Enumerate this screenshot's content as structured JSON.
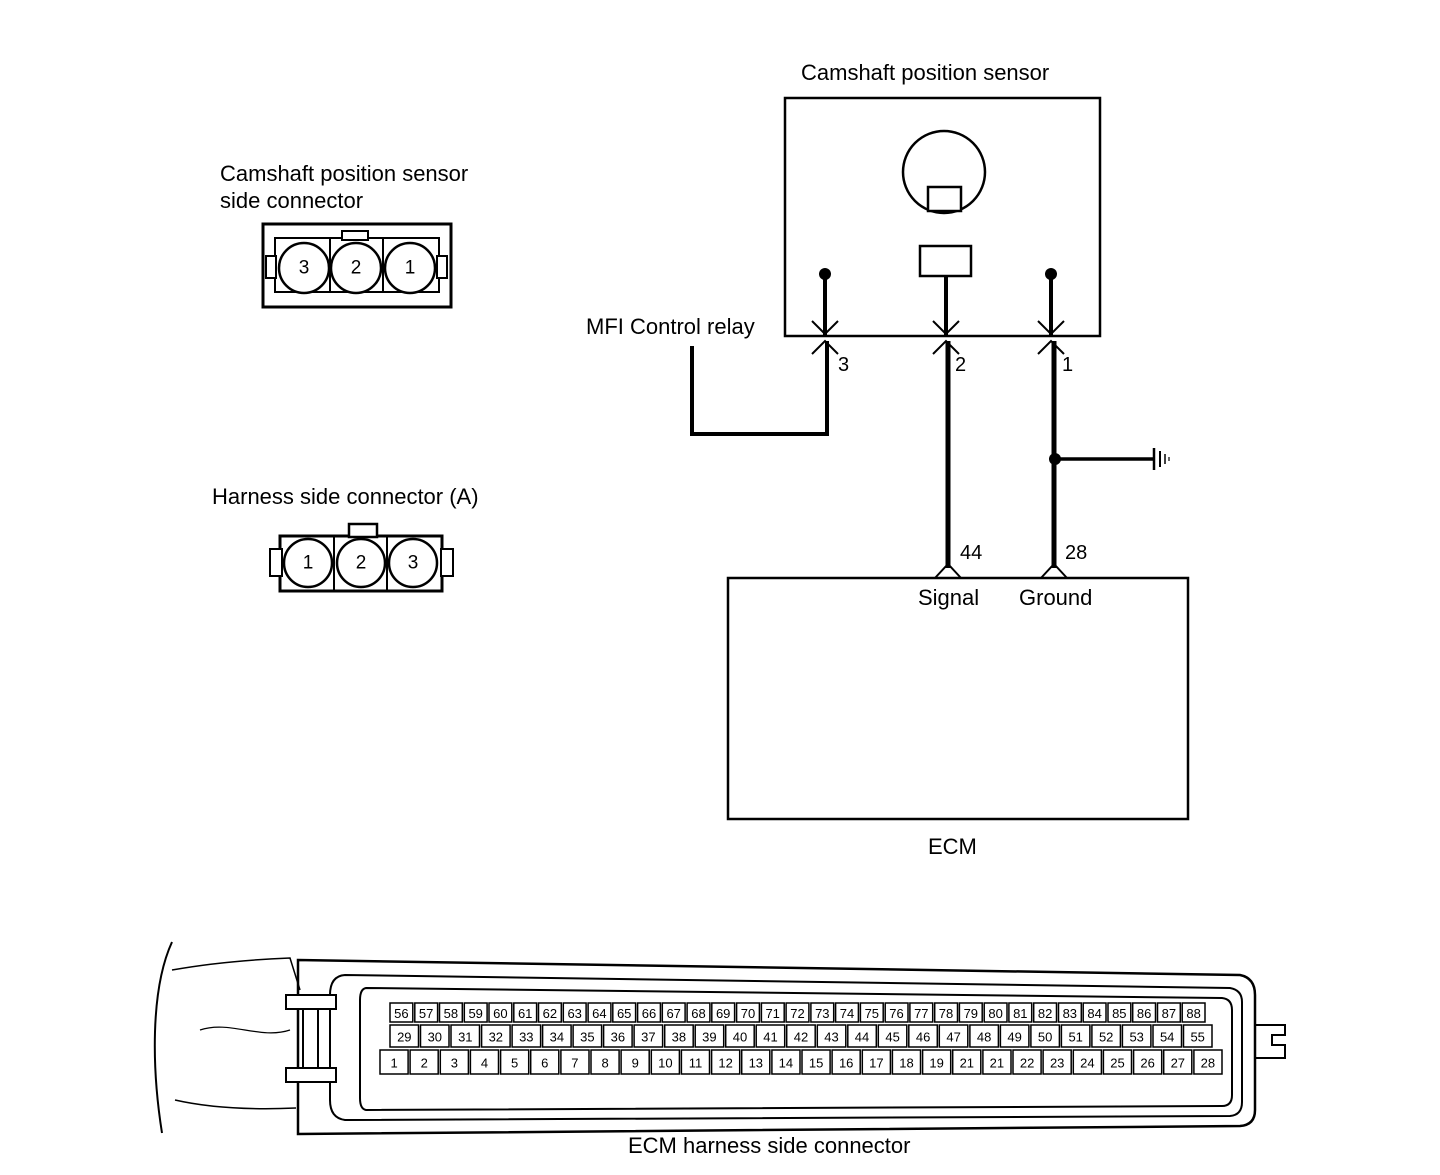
{
  "sensor_connector": {
    "title_line1": "Camshaft position sensor",
    "title_line2": "side connector",
    "pins": [
      "3",
      "2",
      "1"
    ]
  },
  "harness_connector": {
    "title": "Harness side connector (A)",
    "pins": [
      "1",
      "2",
      "3"
    ]
  },
  "schematic": {
    "sensor_title": "Camshaft position sensor",
    "relay_label": "MFI Control relay",
    "sensor_pins": [
      "3",
      "2",
      "1"
    ],
    "ecm_pins": [
      "44",
      "28"
    ],
    "ecm_pin_names": [
      "Signal",
      "Ground"
    ],
    "ecm_label": "ECM"
  },
  "ecm_connector": {
    "caption": "ECM harness side connector",
    "row_top": [
      "56",
      "57",
      "58",
      "59",
      "60",
      "61",
      "62",
      "63",
      "64",
      "65",
      "66",
      "67",
      "68",
      "69",
      "70",
      "71",
      "72",
      "73",
      "74",
      "75",
      "76",
      "77",
      "78",
      "79",
      "80",
      "81",
      "82",
      "83",
      "84",
      "85",
      "86",
      "87",
      "88"
    ],
    "row_mid": [
      "29",
      "30",
      "31",
      "32",
      "33",
      "34",
      "35",
      "36",
      "37",
      "38",
      "39",
      "40",
      "41",
      "42",
      "43",
      "44",
      "45",
      "46",
      "47",
      "48",
      "49",
      "50",
      "51",
      "52",
      "53",
      "54",
      "55"
    ],
    "row_bot": [
      "1",
      "2",
      "3",
      "4",
      "5",
      "6",
      "7",
      "8",
      "9",
      "10",
      "11",
      "12",
      "13",
      "14",
      "15",
      "16",
      "17",
      "18",
      "19",
      "21",
      "21",
      "22",
      "23",
      "24",
      "25",
      "26",
      "27",
      "28"
    ]
  }
}
